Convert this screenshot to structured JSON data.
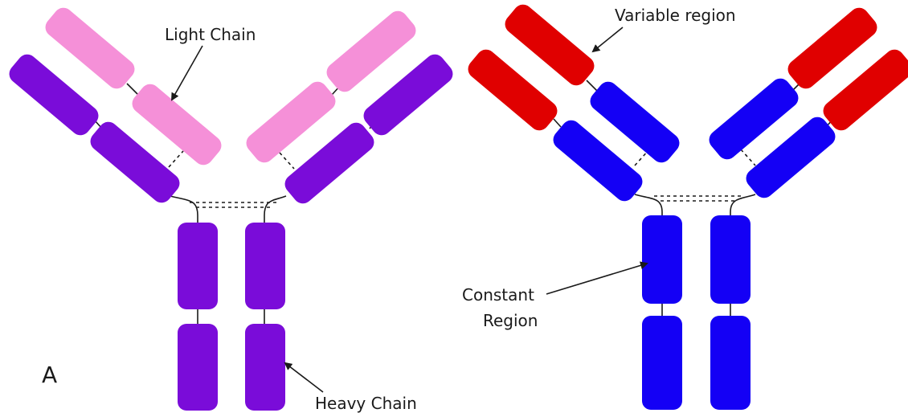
{
  "colors": {
    "light_chain": "#f590d8",
    "heavy_chain": "#7a0cd9",
    "variable_region": "#e00000",
    "constant_region": "#1400f5"
  },
  "panel_a": {
    "letter": "A",
    "labels": {
      "light_chain": "Light Chain",
      "heavy_chain": "Heavy Chain"
    }
  },
  "panel_b": {
    "labels": {
      "variable_region": "Variable region",
      "constant_region_line1": "Constant",
      "constant_region_line2": "Region"
    }
  }
}
